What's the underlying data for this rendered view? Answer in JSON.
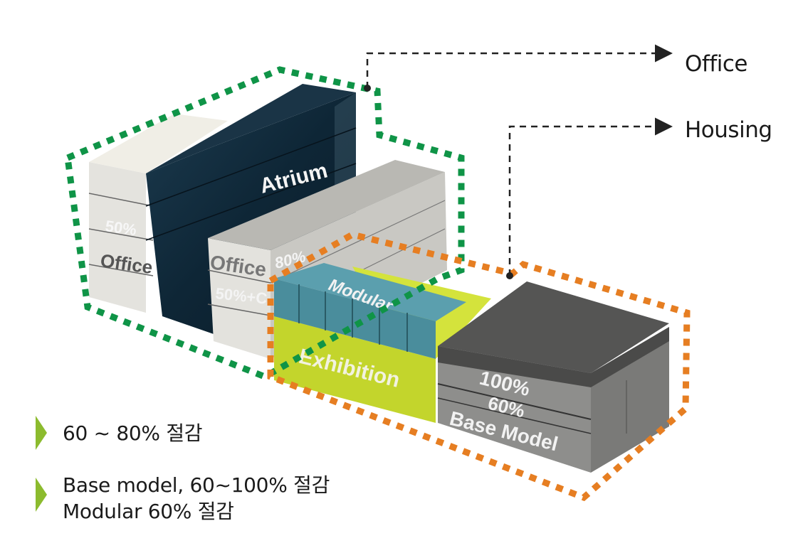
{
  "callouts": {
    "office": "Office",
    "housing": "Housing"
  },
  "blocks": {
    "atrium": "Atrium",
    "left_office_pct": "50%",
    "left_office": "Office",
    "mid_office": "Office",
    "mid_office_pct": "80%",
    "mid_office_sub": "50%+C",
    "modular": "Modular",
    "exhibition": "Exhibition",
    "base_100": "100%",
    "base_60": "60%",
    "base_model": "Base Model"
  },
  "legend": [
    {
      "lines": [
        "60 ~ 80% 절감"
      ]
    },
    {
      "lines": [
        "Base model, 60~100% 절감",
        "Modular 60% 절감"
      ]
    }
  ],
  "colors": {
    "office_group_outline": "#0f9447",
    "housing_group_outline": "#e67e22",
    "legend_arrow": "#8cbb2e",
    "atrium": "#10293a",
    "modular": "#4a8d9c",
    "exhibition": "#c3d52c",
    "base_model": "#555555"
  }
}
